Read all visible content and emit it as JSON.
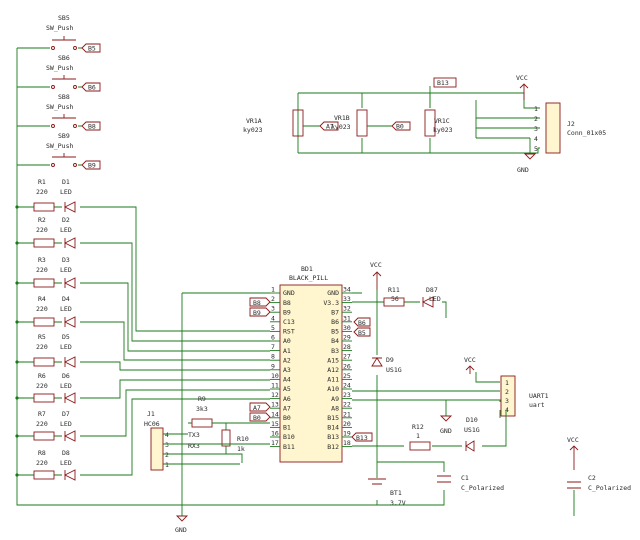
{
  "switches": [
    {
      "ref": "SB5",
      "value": "SW_Push",
      "net": "B5"
    },
    {
      "ref": "SB6",
      "value": "SW_Push",
      "net": "B6"
    },
    {
      "ref": "SB8",
      "value": "SW_Push",
      "net": "B8"
    },
    {
      "ref": "SB9",
      "value": "SW_Push",
      "net": "B9"
    }
  ],
  "resistors_leds": [
    {
      "r": "R1",
      "rv": "220",
      "d": "D1",
      "dv": "LED"
    },
    {
      "r": "R2",
      "rv": "220",
      "d": "D2",
      "dv": "LED"
    },
    {
      "r": "R3",
      "rv": "220",
      "d": "D3",
      "dv": "LED"
    },
    {
      "r": "R4",
      "rv": "220",
      "d": "D4",
      "dv": "LED"
    },
    {
      "r": "R5",
      "rv": "220",
      "d": "D5",
      "dv": "LED"
    },
    {
      "r": "R6",
      "rv": "220",
      "d": "D6",
      "dv": "LED"
    },
    {
      "r": "R7",
      "rv": "220",
      "d": "D7",
      "dv": "LED"
    },
    {
      "r": "R8",
      "rv": "220",
      "d": "D8",
      "dv": "LED"
    }
  ],
  "pots": [
    {
      "ref": "VR1A",
      "value": "ky023",
      "net": "A7"
    },
    {
      "ref": "VR1B",
      "value": "ky023",
      "net": "B0"
    },
    {
      "ref": "VR1C",
      "value": "ky023"
    }
  ],
  "pot_net_b13": "B13",
  "j2": {
    "ref": "J2",
    "value": "Conn_01x05",
    "pins": [
      "1",
      "2",
      "3",
      "4",
      "5"
    ]
  },
  "vcc": "VCC",
  "gnd": "GND",
  "bd1": {
    "ref": "BD1",
    "value": "BLACK_PILL",
    "left_pins": [
      {
        "n": "1",
        "name": "GND"
      },
      {
        "n": "2",
        "name": "B8"
      },
      {
        "n": "3",
        "name": "B9"
      },
      {
        "n": "4",
        "name": "C13"
      },
      {
        "n": "5",
        "name": "RST"
      },
      {
        "n": "6",
        "name": "A0"
      },
      {
        "n": "7",
        "name": "A1"
      },
      {
        "n": "8",
        "name": "A2"
      },
      {
        "n": "9",
        "name": "A3"
      },
      {
        "n": "10",
        "name": "A4"
      },
      {
        "n": "11",
        "name": "A5"
      },
      {
        "n": "12",
        "name": "A6"
      },
      {
        "n": "13",
        "name": "A7"
      },
      {
        "n": "14",
        "name": "B0"
      },
      {
        "n": "15",
        "name": "B1"
      },
      {
        "n": "16",
        "name": "B10"
      },
      {
        "n": "17",
        "name": "B11"
      }
    ],
    "right_pins": [
      {
        "n": "34",
        "name": "GND"
      },
      {
        "n": "33",
        "name": "V3.3"
      },
      {
        "n": "32",
        "name": "B7"
      },
      {
        "n": "31",
        "name": "B6"
      },
      {
        "n": "30",
        "name": "B5"
      },
      {
        "n": "29",
        "name": "B4"
      },
      {
        "n": "28",
        "name": "B3"
      },
      {
        "n": "27",
        "name": "A15"
      },
      {
        "n": "26",
        "name": "A12"
      },
      {
        "n": "25",
        "name": "A11"
      },
      {
        "n": "24",
        "name": "A10"
      },
      {
        "n": "23",
        "name": "A9"
      },
      {
        "n": "22",
        "name": "A8"
      },
      {
        "n": "21",
        "name": "B15"
      },
      {
        "n": "20",
        "name": "B14"
      },
      {
        "n": "19",
        "name": "B13"
      },
      {
        "n": "18",
        "name": "B12"
      }
    ]
  },
  "bd1_left_labels": [
    "B8",
    "B9",
    "A7",
    "B0"
  ],
  "bd1_right_labels": [
    "B6",
    "B5",
    "B13"
  ],
  "r11": {
    "ref": "R11",
    "value": "56"
  },
  "d87": {
    "ref": "D87",
    "value": "LED"
  },
  "d9": {
    "ref": "D9",
    "value": "US1G"
  },
  "d10": {
    "ref": "D10",
    "value": "US1G"
  },
  "r12": {
    "ref": "R12",
    "value": "1"
  },
  "uart": {
    "ref": "UART1",
    "value": "uart",
    "pins": [
      "1",
      "2",
      "3",
      "4"
    ]
  },
  "j1": {
    "ref": "J1",
    "value": "HC06",
    "pins": [
      "4",
      "3",
      "2",
      "1"
    ]
  },
  "r9": {
    "ref": "R9",
    "value": "3k3"
  },
  "r10": {
    "ref": "R10",
    "value": "1k"
  },
  "tx3": "TX3",
  "rx3": "RX3",
  "bt1": {
    "ref": "BT1",
    "value": "3.7V"
  },
  "c1": {
    "ref": "C1",
    "value": "C_Polarized"
  },
  "c2": {
    "ref": "C2",
    "value": "C_Polarized"
  }
}
